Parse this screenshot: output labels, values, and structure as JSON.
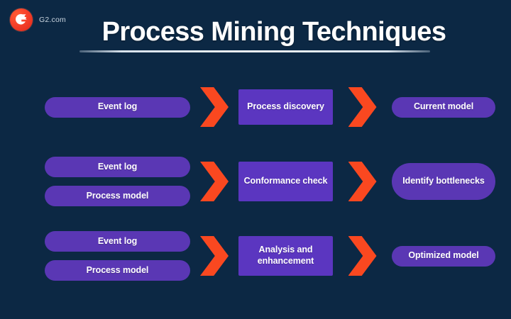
{
  "brand": {
    "logo_icon": "g2-logo-icon",
    "name": "G2.com"
  },
  "header": {
    "title": "Process Mining Techniques"
  },
  "colors": {
    "background": "#0c2844",
    "pill_purple": "#5a37b4",
    "rect_purple": "#5b36c0",
    "arrow_orange": "#fa4820",
    "text_white": "#ffffff",
    "brand_red": "#f6412a",
    "rule_light": "#eef3f8"
  },
  "diagram": {
    "arrow_icon": "chevron-right-icon",
    "rows": [
      {
        "id": "process-discovery",
        "inputs": [
          "Event log"
        ],
        "process": "Process discovery",
        "output": "Current model"
      },
      {
        "id": "conformance-check",
        "inputs": [
          "Event log",
          "Process model"
        ],
        "process": "Conformance check",
        "output": "Identify bottlenecks"
      },
      {
        "id": "analysis-enhancement",
        "inputs": [
          "Event log",
          "Process model"
        ],
        "process": "Analysis and enhancement",
        "output": "Optimized model"
      }
    ]
  }
}
